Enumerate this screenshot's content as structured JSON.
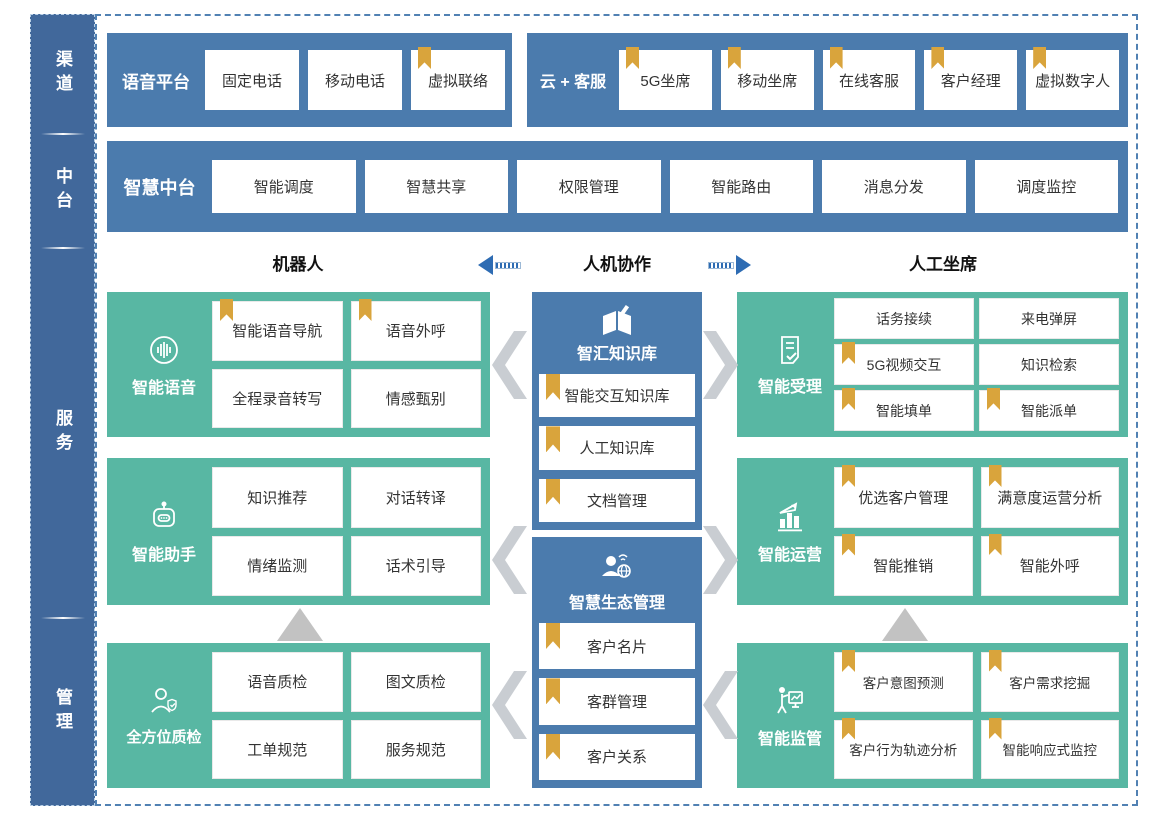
{
  "sidebar": {
    "sections": [
      "渠道",
      "中台",
      "服务",
      "管理"
    ]
  },
  "channel_row": {
    "voice_panel": {
      "label": "语音平台",
      "items": [
        {
          "text": "固定电话",
          "bookmark": false
        },
        {
          "text": "移动电话",
          "bookmark": false
        },
        {
          "text": "虚拟联络",
          "bookmark": true
        }
      ]
    },
    "cloud_panel": {
      "label": "云 + 客服",
      "items": [
        {
          "text": "5G坐席",
          "bookmark": true
        },
        {
          "text": "移动坐席",
          "bookmark": true
        },
        {
          "text": "在线客服",
          "bookmark": true
        },
        {
          "text": "客户经理",
          "bookmark": true
        },
        {
          "text": "虚拟数字人",
          "bookmark": true
        }
      ]
    }
  },
  "midplatform_row": {
    "label": "智慧中台",
    "items": [
      {
        "text": "智能调度",
        "bookmark": false
      },
      {
        "text": "智慧共享",
        "bookmark": false
      },
      {
        "text": "权限管理",
        "bookmark": false
      },
      {
        "text": "智能路由",
        "bookmark": false
      },
      {
        "text": "消息分发",
        "bookmark": false
      },
      {
        "text": "调度监控",
        "bookmark": false
      }
    ]
  },
  "collab_header": {
    "left": "机器人",
    "center": "人机协作",
    "right": "人工坐席"
  },
  "service": {
    "voice": {
      "label": "智能语音",
      "icon": "voice-wave-icon",
      "items": [
        {
          "text": "智能语音导航",
          "bookmark": true
        },
        {
          "text": "语音外呼",
          "bookmark": true
        },
        {
          "text": "全程录音转写",
          "bookmark": false
        },
        {
          "text": "情感甄别",
          "bookmark": false
        }
      ]
    },
    "assistant": {
      "label": "智能助手",
      "icon": "robot-icon",
      "items": [
        {
          "text": "知识推荐",
          "bookmark": false
        },
        {
          "text": "对话转译",
          "bookmark": false
        },
        {
          "text": "情绪监测",
          "bookmark": false
        },
        {
          "text": "话术引导",
          "bookmark": false
        }
      ]
    },
    "quality": {
      "label": "全方位质检",
      "icon": "person-badge-icon",
      "items": [
        {
          "text": "语音质检",
          "bookmark": false
        },
        {
          "text": "图文质检",
          "bookmark": false
        },
        {
          "text": "工单规范",
          "bookmark": false
        },
        {
          "text": "服务规范",
          "bookmark": false
        }
      ]
    },
    "knowledge": {
      "label": "智汇知识库",
      "icon": "open-book-pen-icon",
      "items": [
        {
          "text": "智能交互知识库",
          "bookmark": true
        },
        {
          "text": "人工知识库",
          "bookmark": true
        },
        {
          "text": "文档管理",
          "bookmark": true
        }
      ]
    },
    "ecosystem": {
      "label": "智慧生态管理",
      "icon": "person-network-icon",
      "items": [
        {
          "text": "客户名片",
          "bookmark": true
        },
        {
          "text": "客群管理",
          "bookmark": true
        },
        {
          "text": "客户关系",
          "bookmark": true
        }
      ]
    },
    "acceptance": {
      "label": "智能受理",
      "icon": "document-check-icon",
      "items": [
        {
          "text": "话务接续",
          "bookmark": false
        },
        {
          "text": "来电弹屏",
          "bookmark": false
        },
        {
          "text": "5G视频交互",
          "bookmark": true
        },
        {
          "text": "知识检索",
          "bookmark": false
        },
        {
          "text": "智能填单",
          "bookmark": true
        },
        {
          "text": "智能派单",
          "bookmark": true
        }
      ]
    },
    "operation": {
      "label": "智能运营",
      "icon": "bar-chart-icon",
      "items": [
        {
          "text": "优选客户管理",
          "bookmark": true
        },
        {
          "text": "满意度运营分析",
          "bookmark": true
        },
        {
          "text": "智能推销",
          "bookmark": true
        },
        {
          "text": "智能外呼",
          "bookmark": true
        }
      ]
    },
    "supervision": {
      "label": "智能监管",
      "icon": "presenter-chart-icon",
      "items": [
        {
          "text": "客户意图预测",
          "bookmark": true
        },
        {
          "text": "客户需求挖掘",
          "bookmark": true
        },
        {
          "text": "客户行为轨迹分析",
          "bookmark": true
        },
        {
          "text": "智能响应式监控",
          "bookmark": true
        }
      ]
    }
  },
  "colors": {
    "panel_blue": "#4b7bad",
    "sidebar_blue": "#41689b",
    "teal": "#58b7a3",
    "bookmark_gold": "#d9a43c",
    "arrow_blue": "#2e6cb3",
    "chevron_gray": "#c9cdd2"
  }
}
